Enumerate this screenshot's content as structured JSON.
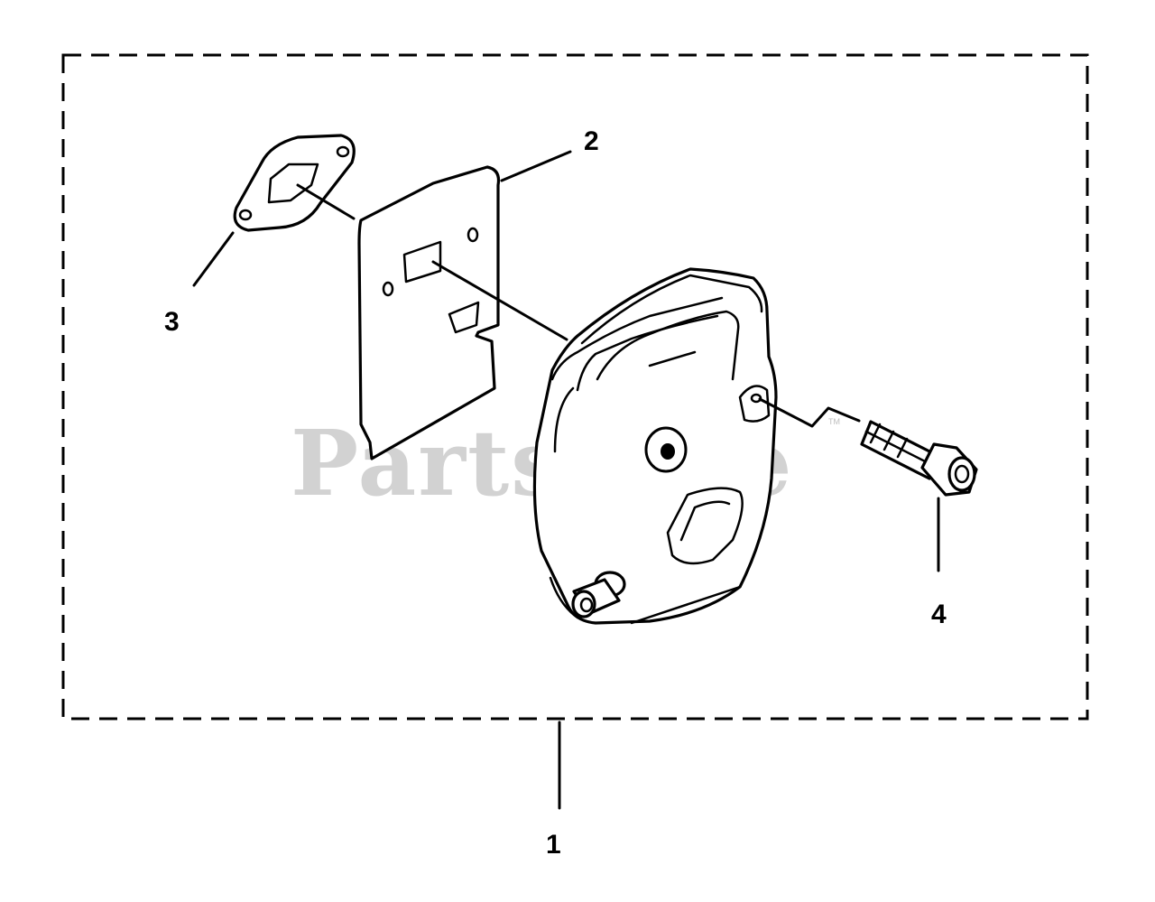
{
  "diagram": {
    "callouts": [
      {
        "id": "1",
        "label": "1"
      },
      {
        "id": "2",
        "label": "2"
      },
      {
        "id": "3",
        "label": "3"
      },
      {
        "id": "4",
        "label": "4"
      }
    ]
  },
  "watermark": {
    "text": "PartsTree",
    "tm": "TM"
  }
}
